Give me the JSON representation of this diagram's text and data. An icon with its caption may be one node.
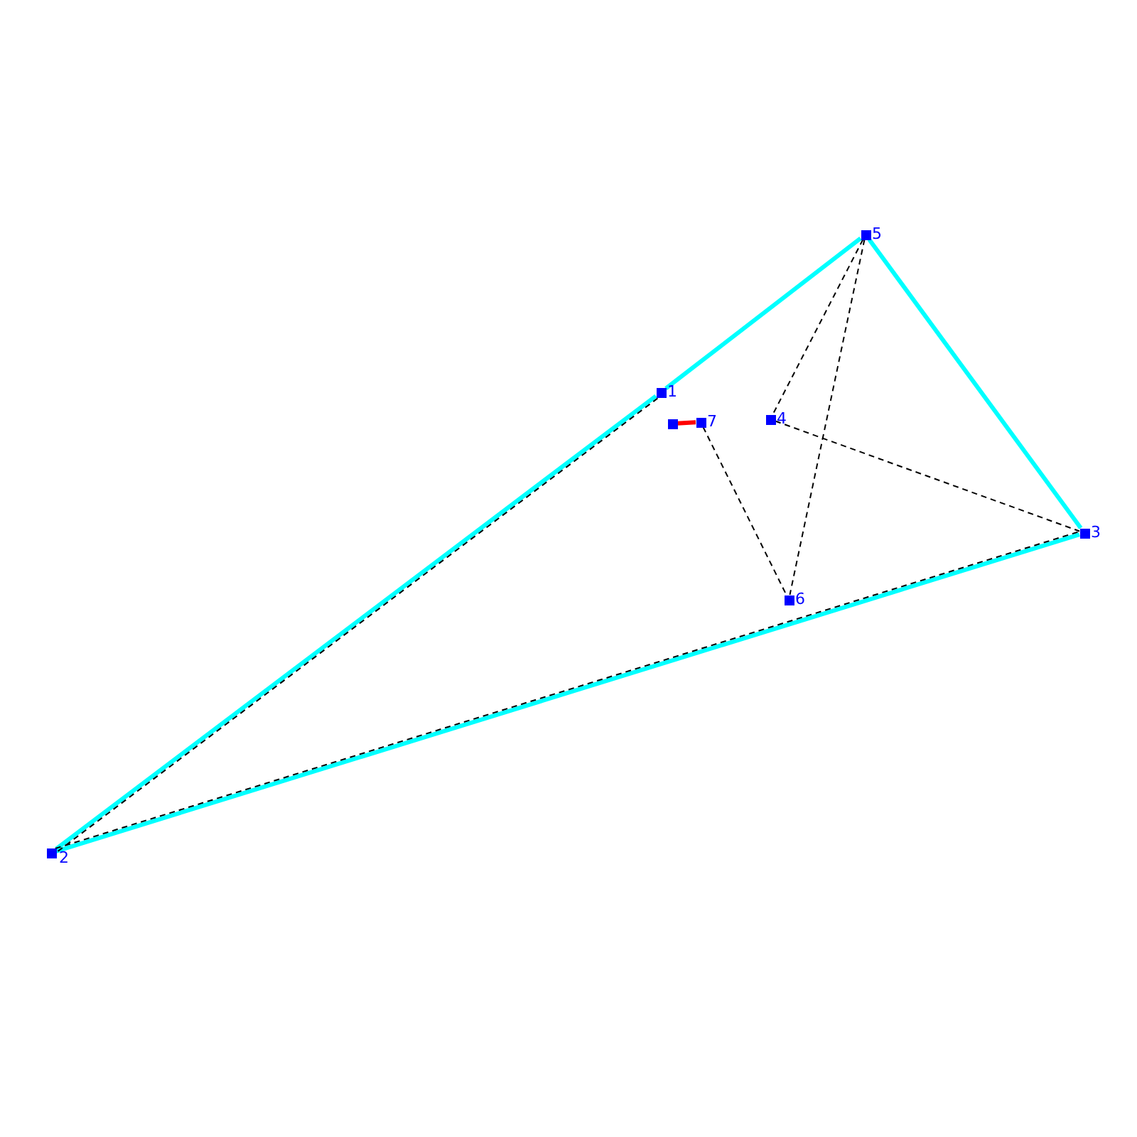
{
  "diagram": {
    "nodes": [
      {
        "text": [],
        "shape": "box",
        "beside": [
          "1"
        ]
      },
      {
        "text": [],
        "shape": "box",
        "beside": [
          "2"
        ]
      },
      {
        "text": [],
        "shape": "box",
        "beside": [
          "3"
        ]
      },
      {
        "text": [],
        "shape": "box",
        "beside": [
          "4"
        ]
      },
      {
        "text": [],
        "shape": "box",
        "beside": [
          "5"
        ]
      },
      {
        "text": [],
        "shape": "box",
        "beside": [
          "6"
        ]
      },
      {
        "text": [],
        "shape": "box",
        "beside": [
          "7"
        ]
      },
      {
        "text": [],
        "shape": "box"
      }
    ],
    "edges": [
      {
        "from": 4,
        "to": 0,
        "arrow": "none",
        "style": "thick",
        "color": "#00ffff"
      },
      {
        "from": 0,
        "to": 1,
        "arrow": "none",
        "style": "thick",
        "color": "#00ffff"
      },
      {
        "from": 1,
        "to": 2,
        "arrow": "none",
        "style": "thick",
        "color": "#00ffff"
      },
      {
        "from": 2,
        "to": 4,
        "arrow": "none",
        "style": "thick",
        "color": "#00ffff"
      },
      {
        "from": 1,
        "to": 0,
        "arrow": "none",
        "style": "dashed"
      },
      {
        "from": 1,
        "to": 2,
        "arrow": "none",
        "style": "dashed"
      },
      {
        "from": 4,
        "to": 3,
        "arrow": "none",
        "style": "dashed"
      },
      {
        "from": 4,
        "to": 5,
        "arrow": "none",
        "style": "dashed"
      },
      {
        "from": 3,
        "to": 2,
        "arrow": "none",
        "style": "dashed"
      },
      {
        "from": 6,
        "to": 5,
        "arrow": "none",
        "style": "dashed"
      },
      {
        "from": 7,
        "to": 6,
        "arrow": "none",
        "style": "thick",
        "color": "#ff0000"
      }
    ]
  }
}
